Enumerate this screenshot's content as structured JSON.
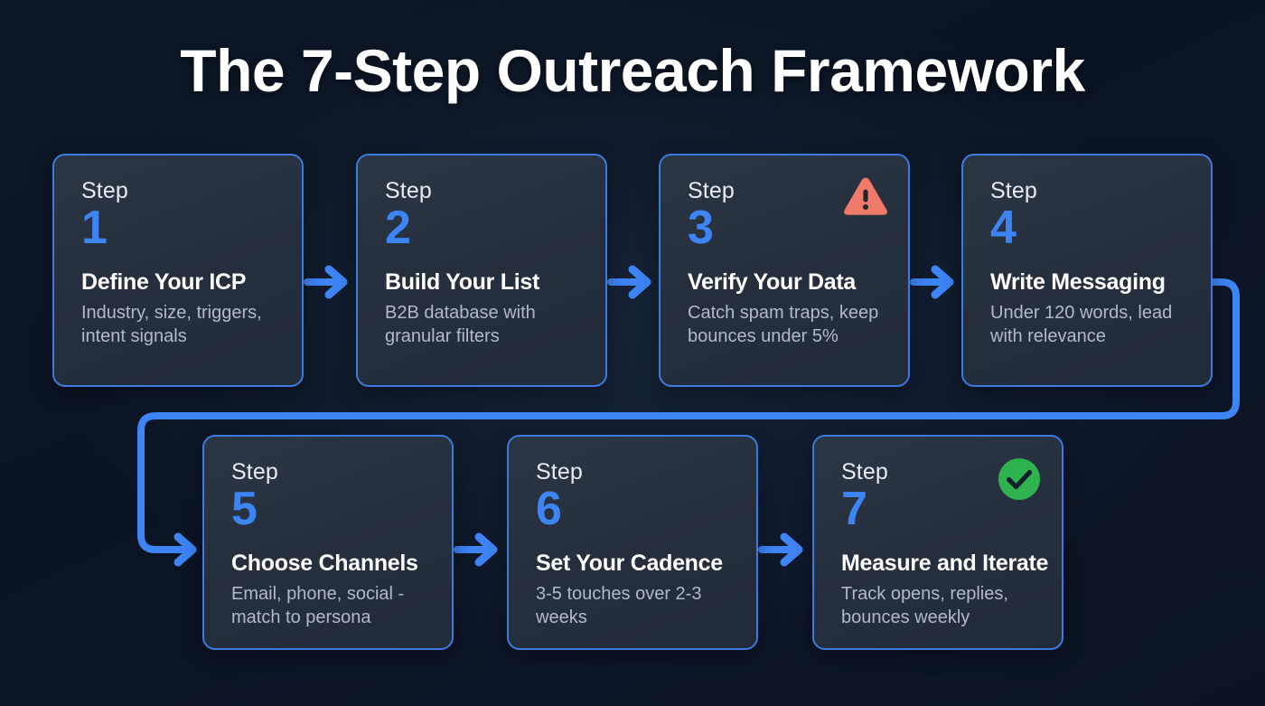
{
  "page": {
    "title": "The 7-Step Outreach Framework",
    "background_color": "#0b1322",
    "accent_color": "#3d84f5",
    "card_fill": "#26303f",
    "card_border": "#3b7ae0",
    "warning_color": "#ef7a6a",
    "success_color": "#2eb34f"
  },
  "steps": [
    {
      "step_label": "Step",
      "number": "1",
      "title": "Define Your ICP",
      "description": "Industry, size, triggers, intent signals",
      "badge": null
    },
    {
      "step_label": "Step",
      "number": "2",
      "title": "Build Your List",
      "description": "B2B database with granular filters",
      "badge": null
    },
    {
      "step_label": "Step",
      "number": "3",
      "title": "Verify Your Data",
      "description": "Catch spam traps, keep bounces under 5%",
      "badge": "warning-triangle-icon"
    },
    {
      "step_label": "Step",
      "number": "4",
      "title": "Write Messaging",
      "description": "Under 120 words, lead with relevance",
      "badge": null
    },
    {
      "step_label": "Step",
      "number": "5",
      "title": "Choose Channels",
      "description": "Email, phone, social - match to persona",
      "badge": null
    },
    {
      "step_label": "Step",
      "number": "6",
      "title": "Set Your Cadence",
      "description": "3-5 touches over 2-3 weeks",
      "badge": null
    },
    {
      "step_label": "Step",
      "number": "7",
      "title": "Measure and Iterate",
      "description": "Track opens, replies, bounces weekly",
      "badge": "check-circle-icon"
    }
  ],
  "connectors": [
    {
      "name": "arrow-step1-to-step2",
      "type": "straight-arrow-right"
    },
    {
      "name": "arrow-step2-to-step3",
      "type": "straight-arrow-right"
    },
    {
      "name": "arrow-step3-to-step4",
      "type": "straight-arrow-right"
    },
    {
      "name": "arrow-step4-to-step5",
      "type": "wrap-around-arrow"
    },
    {
      "name": "arrow-step5-to-step6",
      "type": "straight-arrow-right"
    },
    {
      "name": "arrow-step6-to-step7",
      "type": "straight-arrow-right"
    }
  ]
}
